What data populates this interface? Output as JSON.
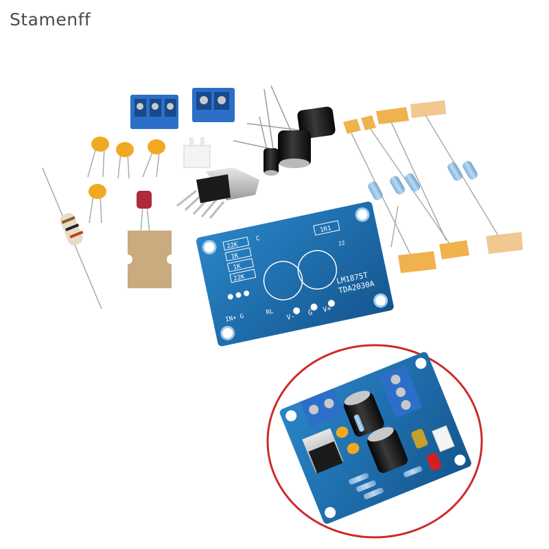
{
  "watermark": "Stamenff",
  "pcb": {
    "model_line1": "LM1875T",
    "model_line2": "TDA2030A",
    "r_22k_a": "22K",
    "r_1k_a": "1K",
    "r_1k_b": "1K",
    "r_22k_b": "22K",
    "cap_label": "C",
    "rl": "RL",
    "pin_vminus": "V-",
    "pin_g": "G",
    "pin_vplus": "V+",
    "input": "IN+ G",
    "r_22": "22",
    "r_id": "1R1"
  },
  "colors": {
    "pcb_blue": "#1f6fb0",
    "terminal_blue": "#2b6fc8",
    "resistor_body": "#9fc4e6",
    "ceramic_cap": "#f2a822",
    "tape": "#f0b24c",
    "electrolytic": "#1a1a1a",
    "highlight_circle": "#cc2a2a"
  }
}
